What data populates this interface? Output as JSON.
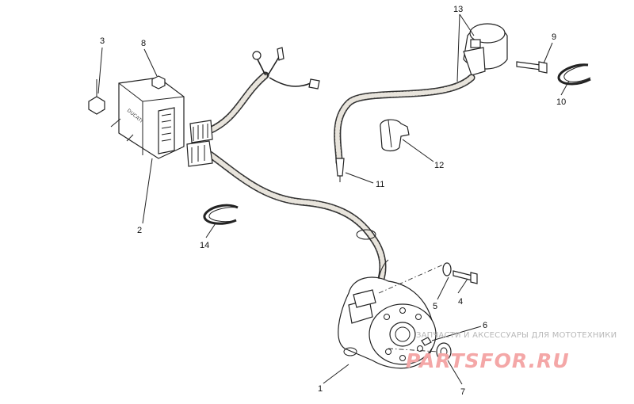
{
  "callouts": {
    "c1": "1",
    "c2": "2",
    "c3": "3",
    "c4": "4",
    "c5": "5",
    "c6": "6",
    "c7": "7",
    "c8": "8",
    "c9": "9",
    "c10": "10",
    "c11": "11",
    "c12": "12",
    "c13": "13",
    "c14": "14"
  },
  "watermark": {
    "text": "ЗАПЧАСТИ И АКСЕССУАРЫ ДЛЯ МОТОТЕХНИКИ",
    "logo": "PARTSFOR.RU"
  },
  "colors": {
    "line": "#222222",
    "watermark_text": "#b8b8b8",
    "watermark_logo": "#f4a7a7"
  }
}
